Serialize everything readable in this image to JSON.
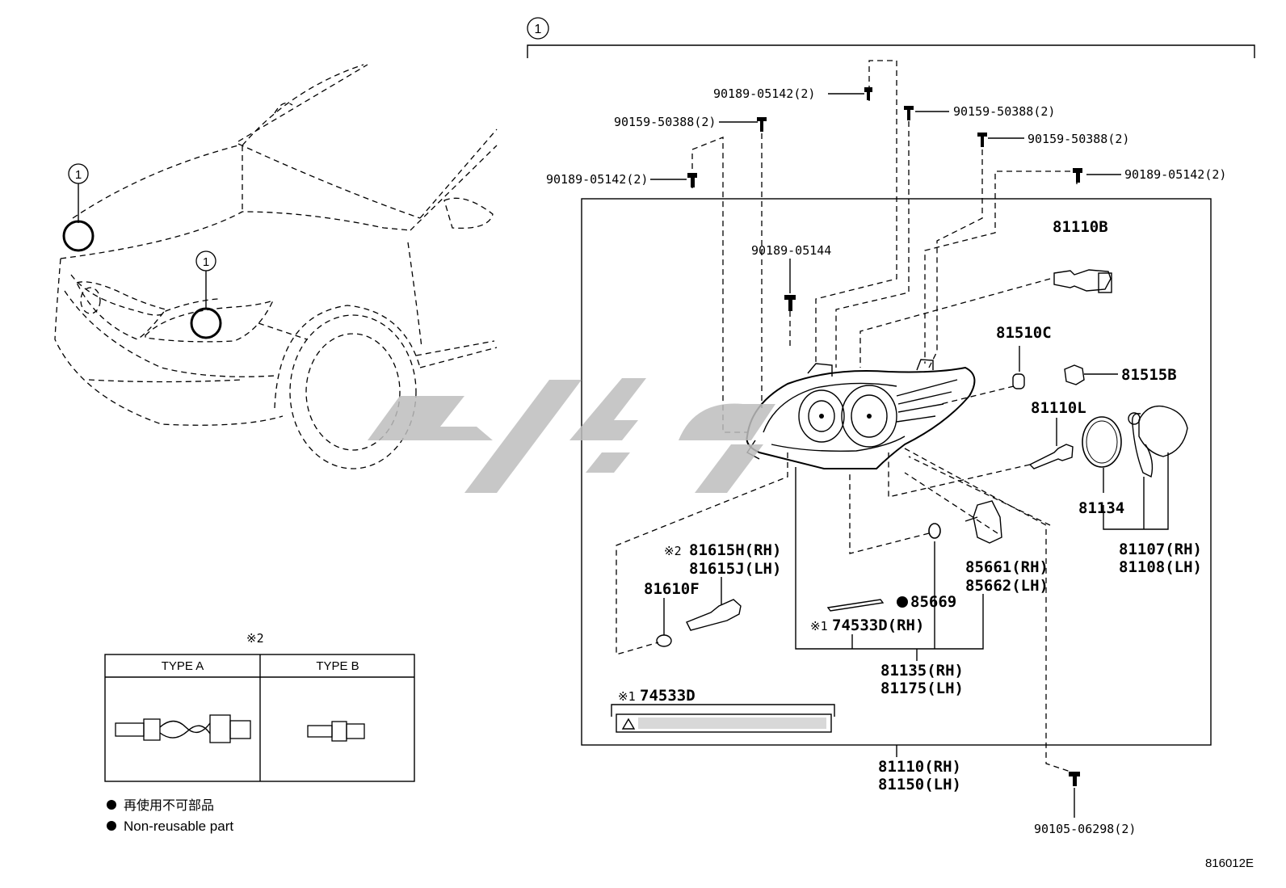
{
  "diagram": {
    "callout_number": "1",
    "reference_code": "816012E",
    "parts": {
      "p1": "90189-05142(2)",
      "p2": "90159-50388(2)",
      "p3": "90189-05142(2)",
      "p4": "90159-50388(2)",
      "p5": "90159-50388(2)",
      "p6": "90189-05142(2)",
      "p7": "90189-05144",
      "p8": "81110B",
      "p9": "81510C",
      "p10": "81515B",
      "p11": "81110L",
      "p12": "81134",
      "p13a": "81107(RH)",
      "p13b": "81108(LH)",
      "p14a": "81615H(RH)",
      "p14b": "81615J(LH)",
      "p14_mark": "※2",
      "p15": "81610F",
      "p16": "85669",
      "p17a": "85661(RH)",
      "p17b": "85662(LH)",
      "p18": "74533D(RH)",
      "p18_mark": "※1",
      "p19a": "81135(RH)",
      "p19b": "81175(LH)",
      "p20": "74533D",
      "p20_mark": "※1",
      "p21a": "81110(RH)",
      "p21b": "81150(LH)",
      "p22": "90105-06298(2)"
    },
    "type_table": {
      "mark": "※2",
      "col_a": "TYPE A",
      "col_b": "TYPE B"
    },
    "legend": {
      "line1": "再使用不可部品",
      "line2": "Non-reusable part"
    }
  }
}
